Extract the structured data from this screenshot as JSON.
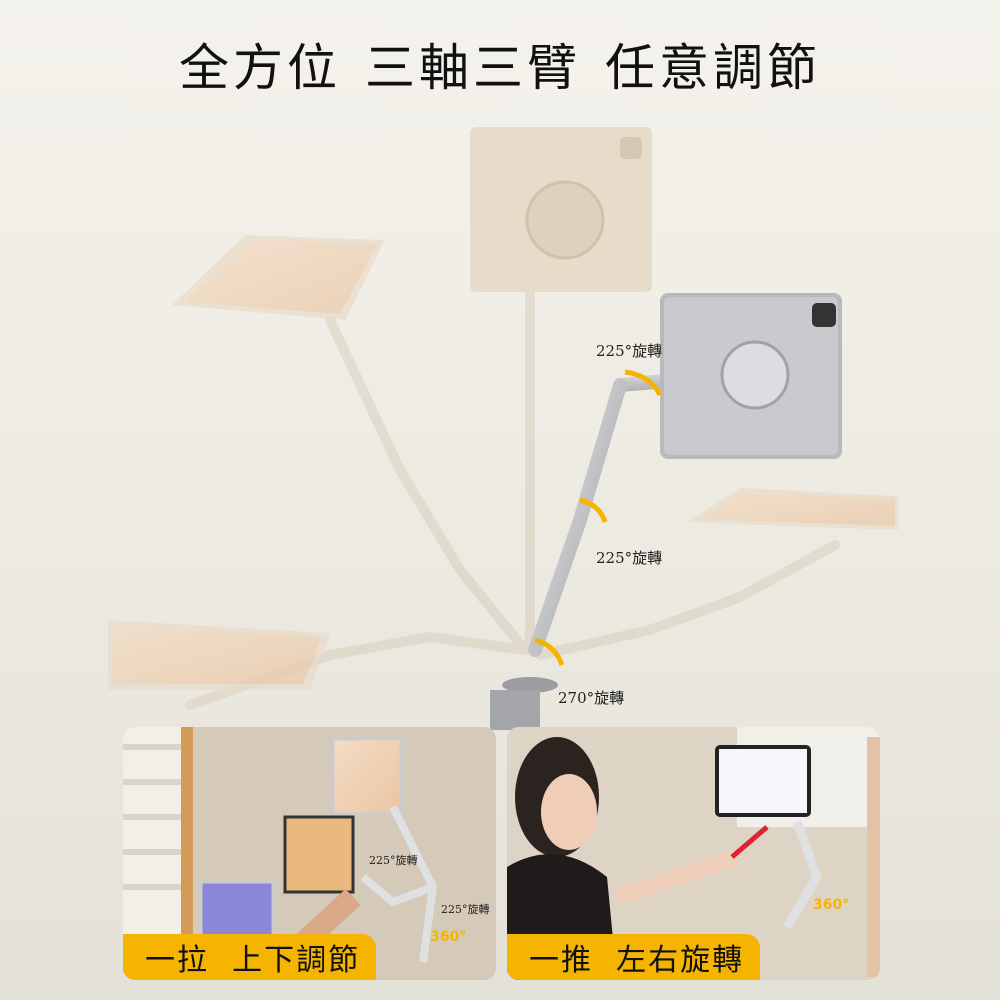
{
  "title": {
    "parts": [
      "全方位",
      "三軸三臂",
      "任意調節"
    ]
  },
  "hero": {
    "labels": {
      "top_joint": "225°旋轉",
      "middle_joint": "225°旋轉",
      "base_joint": "270°旋轉"
    }
  },
  "panels": [
    {
      "caption": "一拉  上下調節",
      "labels": [
        "225°旋轉",
        "225°旋轉"
      ],
      "degree": "360°"
    },
    {
      "caption": "一推  左右旋轉",
      "degree": "360°"
    }
  ],
  "colors": {
    "accent": "#f5b400",
    "text": "#111111"
  }
}
